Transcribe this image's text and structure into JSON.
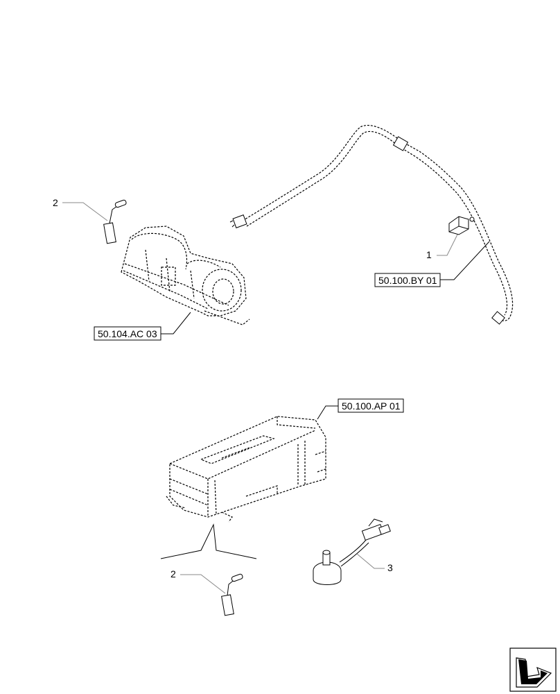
{
  "callouts": [
    {
      "id": "item-2-top",
      "text": "2"
    },
    {
      "id": "item-1",
      "text": "1"
    },
    {
      "id": "item-2-bottom",
      "text": "2"
    },
    {
      "id": "item-3",
      "text": "3"
    }
  ],
  "references": {
    "blower": "50.104.AC 03",
    "pipe": "50.100.BY 01",
    "heater": "50.100.AP 01"
  },
  "nav_icon": "next-page-arrow-icon"
}
